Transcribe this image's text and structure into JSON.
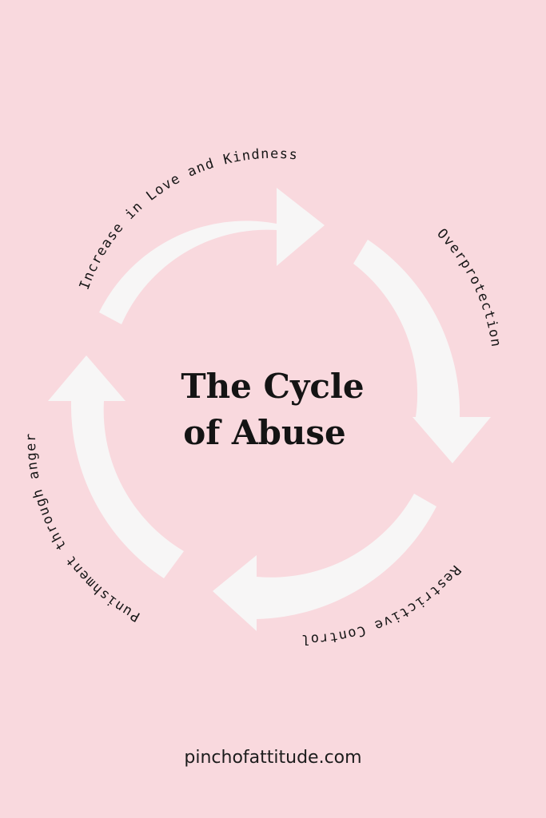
{
  "title": {
    "line1": "The Cycle",
    "line2": "of Abuse"
  },
  "cycle": {
    "stages": [
      "Increase in Love and Kindness",
      "Overprotection",
      "Restrictive Control",
      "Punishment through anger"
    ]
  },
  "footer": {
    "site": "pinchofattitude.com"
  },
  "colors": {
    "background": "#f9d9de",
    "arrow": "#f7f6f6",
    "text": "#141414"
  }
}
